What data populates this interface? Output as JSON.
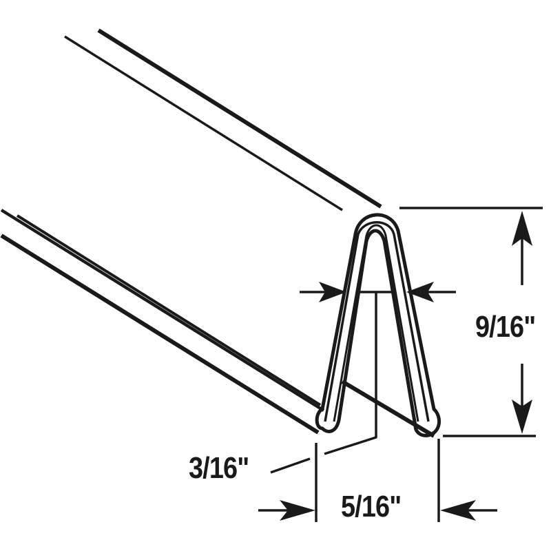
{
  "diagram": {
    "subject": "bent channel profile with dimension callouts",
    "colors": {
      "line": "#1a1a1a",
      "background": "#ffffff"
    },
    "dimensions": {
      "height": {
        "label": "9/16\""
      },
      "outer_width": {
        "label": "5/16\""
      },
      "inner_width": {
        "label": "3/16\""
      }
    }
  }
}
